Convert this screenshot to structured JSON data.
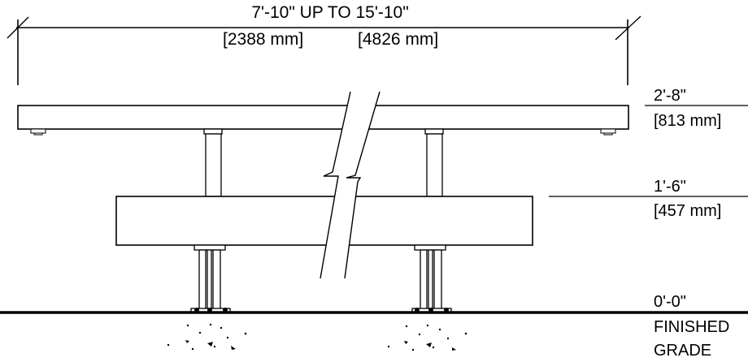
{
  "overall_dimension": {
    "feet_range": "7'-10\" UP TO 15'-10\"",
    "metric_min": "[2388 mm]",
    "metric_max": "[4826 mm]"
  },
  "elevations": [
    {
      "feet": "2'-8\"",
      "metric": "[813 mm]"
    },
    {
      "feet": "1'-6\"",
      "metric": "[457 mm]"
    },
    {
      "feet": "0'-0\"",
      "line1": "FINISHED",
      "line2": "GRADE"
    }
  ]
}
